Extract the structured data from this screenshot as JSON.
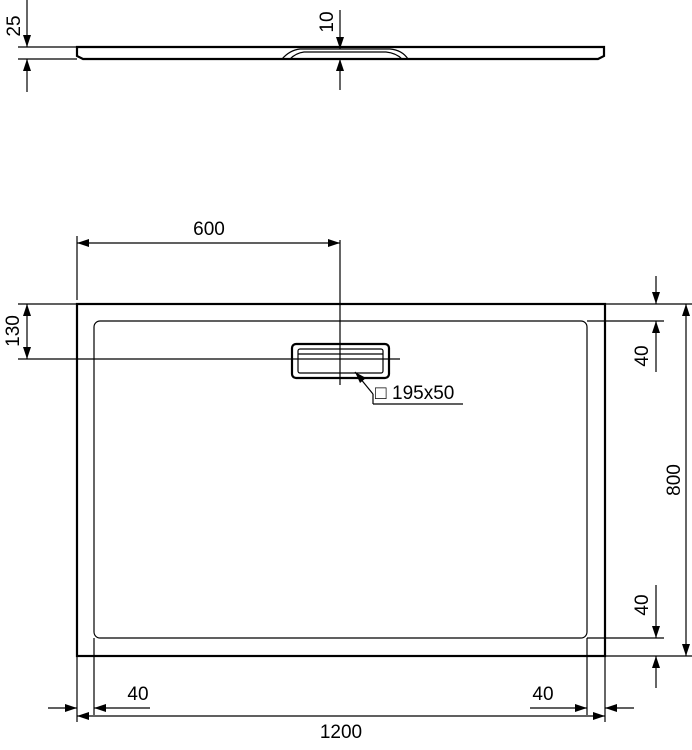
{
  "drawing": {
    "side_view": {
      "thickness_label": "25",
      "drain_depth_label": "10"
    },
    "top_view": {
      "drain_offset_label": "600",
      "drain_from_top_label": "130",
      "drain_size_label": "195x50",
      "drain_size_symbol": "□",
      "width_label": "1200",
      "depth_label": "800",
      "border_left_label": "40",
      "border_right_label": "40",
      "border_top_label": "40",
      "border_bottom_label": "40"
    }
  }
}
